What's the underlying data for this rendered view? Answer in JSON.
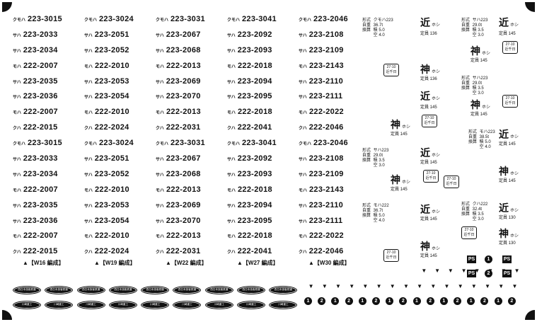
{
  "number_rows": [
    [
      {
        "p": "クモハ",
        "n": "223-3015"
      },
      {
        "p": "クモハ",
        "n": "223-3024"
      },
      {
        "p": "クモハ",
        "n": "223-3031"
      },
      {
        "p": "クモハ",
        "n": "223-3041"
      },
      {
        "p": "クモハ",
        "n": "223-2046"
      }
    ],
    [
      {
        "p": "サハ",
        "n": "223-2033"
      },
      {
        "p": "サハ",
        "n": "223-2051"
      },
      {
        "p": "サハ",
        "n": "223-2067"
      },
      {
        "p": "サハ",
        "n": "223-2092"
      },
      {
        "p": "サハ",
        "n": "223-2108"
      }
    ],
    [
      {
        "p": "サハ",
        "n": "223-2034"
      },
      {
        "p": "サハ",
        "n": "223-2052"
      },
      {
        "p": "サハ",
        "n": "223-2068"
      },
      {
        "p": "サハ",
        "n": "223-2093"
      },
      {
        "p": "サハ",
        "n": "223-2109"
      }
    ],
    [
      {
        "p": "モハ",
        "n": "222-2007"
      },
      {
        "p": "モハ",
        "n": "222-2010"
      },
      {
        "p": "モハ",
        "n": "222-2013"
      },
      {
        "p": "モハ",
        "n": "222-2018"
      },
      {
        "p": "モハ",
        "n": "223-2143"
      }
    ],
    [
      {
        "p": "サハ",
        "n": "223-2035"
      },
      {
        "p": "サハ",
        "n": "223-2053"
      },
      {
        "p": "サハ",
        "n": "223-2069"
      },
      {
        "p": "サハ",
        "n": "223-2094"
      },
      {
        "p": "サハ",
        "n": "223-2110"
      }
    ],
    [
      {
        "p": "サハ",
        "n": "223-2036"
      },
      {
        "p": "サハ",
        "n": "223-2054"
      },
      {
        "p": "サハ",
        "n": "223-2070"
      },
      {
        "p": "サハ",
        "n": "223-2095"
      },
      {
        "p": "サハ",
        "n": "223-2111"
      }
    ],
    [
      {
        "p": "モハ",
        "n": "222-2007"
      },
      {
        "p": "モハ",
        "n": "222-2010"
      },
      {
        "p": "モハ",
        "n": "222-2013"
      },
      {
        "p": "モハ",
        "n": "222-2018"
      },
      {
        "p": "モハ",
        "n": "222-2022"
      }
    ],
    [
      {
        "p": "クハ",
        "n": "222-2015"
      },
      {
        "p": "クハ",
        "n": "222-2024"
      },
      {
        "p": "クハ",
        "n": "222-2031"
      },
      {
        "p": "クハ",
        "n": "222-2041"
      },
      {
        "p": "クハ",
        "n": "222-2046"
      }
    ],
    [
      {
        "p": "クモハ",
        "n": "223-3015"
      },
      {
        "p": "クモハ",
        "n": "223-3024"
      },
      {
        "p": "クモハ",
        "n": "223-3031"
      },
      {
        "p": "クモハ",
        "n": "223-3041"
      },
      {
        "p": "クモハ",
        "n": "223-2046"
      }
    ],
    [
      {
        "p": "サハ",
        "n": "223-2033"
      },
      {
        "p": "サハ",
        "n": "223-2051"
      },
      {
        "p": "サハ",
        "n": "223-2067"
      },
      {
        "p": "サハ",
        "n": "223-2092"
      },
      {
        "p": "サハ",
        "n": "223-2108"
      }
    ],
    [
      {
        "p": "サハ",
        "n": "223-2034"
      },
      {
        "p": "サハ",
        "n": "223-2052"
      },
      {
        "p": "サハ",
        "n": "223-2068"
      },
      {
        "p": "サハ",
        "n": "223-2093"
      },
      {
        "p": "サハ",
        "n": "223-2109"
      }
    ],
    [
      {
        "p": "モハ",
        "n": "222-2007"
      },
      {
        "p": "モハ",
        "n": "222-2010"
      },
      {
        "p": "モハ",
        "n": "222-2013"
      },
      {
        "p": "モハ",
        "n": "222-2018"
      },
      {
        "p": "モハ",
        "n": "223-2143"
      }
    ],
    [
      {
        "p": "サハ",
        "n": "223-2035"
      },
      {
        "p": "サハ",
        "n": "223-2053"
      },
      {
        "p": "サハ",
        "n": "223-2069"
      },
      {
        "p": "サハ",
        "n": "223-2094"
      },
      {
        "p": "サハ",
        "n": "223-2110"
      }
    ],
    [
      {
        "p": "サハ",
        "n": "223-2036"
      },
      {
        "p": "サハ",
        "n": "223-2054"
      },
      {
        "p": "サハ",
        "n": "223-2070"
      },
      {
        "p": "サハ",
        "n": "223-2095"
      },
      {
        "p": "サハ",
        "n": "223-2111"
      }
    ],
    [
      {
        "p": "モハ",
        "n": "222-2007"
      },
      {
        "p": "モハ",
        "n": "222-2010"
      },
      {
        "p": "モハ",
        "n": "222-2013"
      },
      {
        "p": "モハ",
        "n": "222-2018"
      },
      {
        "p": "モハ",
        "n": "222-2022"
      }
    ],
    [
      {
        "p": "クハ",
        "n": "222-2015"
      },
      {
        "p": "クハ",
        "n": "222-2024"
      },
      {
        "p": "クハ",
        "n": "222-2031"
      },
      {
        "p": "クハ",
        "n": "222-2041"
      },
      {
        "p": "クハ",
        "n": "222-2046"
      }
    ]
  ],
  "formations": [
    "▲【W16 編成】",
    "▲【W19 編成】",
    "▲【W22 編成】",
    "▲【W27 編成】",
    "▲【W30 編成】"
  ],
  "oval_row1": [
    "西日本旅客鉄道",
    "西日本旅客鉄道",
    "西日本旅客鉄道",
    "西日本旅客鉄道",
    "西日本旅客鉄道",
    "西日本旅客鉄道",
    "西日本旅客鉄道",
    "西日本旅客鉄道",
    "西日本旅客鉄道"
  ],
  "oval_row2": [
    "川崎重工",
    "川崎重工",
    "川崎重工",
    "川崎重工",
    "川崎重工",
    "川崎重工",
    "川崎重工",
    "川崎重工",
    "川崎重工"
  ],
  "car_specs": {
    "c1": {
      "l1": "形式",
      "v1": "クモハ223",
      "l2": "自重",
      "v2": "36.7t",
      "l3": "換算",
      "v3": "積 5.0",
      "v4": "空 4.0"
    },
    "c2": {
      "l1": "形式",
      "v1": "サハ223",
      "l2": "自重",
      "v2": "29.0t",
      "l3": "換算",
      "v3": "積 3.5",
      "v4": "空 3.0"
    },
    "c3": {
      "l1": "形式",
      "v1": "サハ223",
      "l2": "自重",
      "v2": "29.0t",
      "l3": "換算",
      "v3": "積 3.5",
      "v4": "空 3.0"
    },
    "c4": {
      "l1": "形式",
      "v1": "モハ223",
      "l2": "自重",
      "v2": "38.5t",
      "l3": "換算",
      "v3": "積 5.0",
      "v4": "空 4.0"
    },
    "c5": {
      "l1": "形式",
      "v1": "サハ223",
      "l2": "自重",
      "v2": "29.0t",
      "l3": "換算",
      "v3": "積 3.5",
      "v4": "空 3.0"
    },
    "c6": {
      "l1": "形式",
      "v1": "モハ222",
      "l2": "自重",
      "v2": "36.7t",
      "l3": "換算",
      "v3": "積 5.0",
      "v4": "空 4.0"
    },
    "c7": {
      "l1": "形式",
      "v1": "クハ222",
      "l2": "自重",
      "v2": "32.4t",
      "l3": "換算",
      "v3": "積 3.5",
      "v4": "空 3.0"
    }
  },
  "depots": {
    "kin": "近",
    "kin_sub": "ホシ",
    "kami": "神",
    "kami_sub": "ホシ",
    "cap1": "定員 136",
    "cap2": "定員 145",
    "cap3": "定員 130"
  },
  "stamp": {
    "l1": "27-10",
    "l2": "近千日"
  },
  "ps": {
    "label": "PS",
    "n1": "1",
    "n2": "2"
  },
  "triangle": "▼",
  "dot_numbers": [
    "1",
    "2",
    "1",
    "2",
    "1",
    "2",
    "1",
    "2",
    "1",
    "2",
    "1",
    "2",
    "1",
    "2",
    "1",
    "2"
  ]
}
